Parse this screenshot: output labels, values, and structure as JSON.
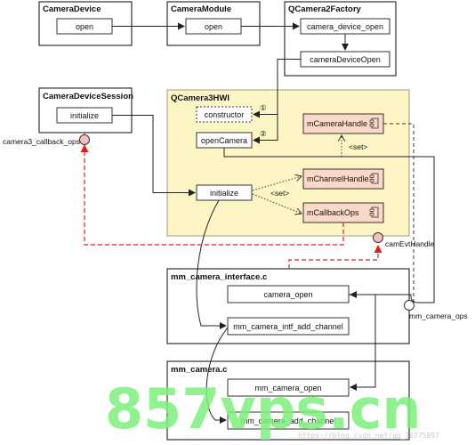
{
  "modules": {
    "camera_device": {
      "title": "CameraDevice",
      "open": "open"
    },
    "camera_module": {
      "title": "CameraModule",
      "open": "open"
    },
    "qcamera2_factory": {
      "title": "QCamera2Factory",
      "camera_device_open": "camera_device_open",
      "camera_device_open_fn": "cameraDeviceOpen"
    },
    "camera_device_session": {
      "title": "CameraDeviceSession",
      "initialize": "initialize",
      "callback_ops": "camera3_callback_ops"
    },
    "qcamera3hwi": {
      "title": "QCamera3HWI",
      "constructor": "constructor",
      "open_camera": "openCamera",
      "initialize": "initialize",
      "m_camera_handle": "mCameraHandle",
      "m_channel_handle": "mChannelHandle",
      "m_callback_ops": "mCallbackOps",
      "set_label_1": "<set>",
      "set_label_2": "<set>",
      "step_1": "①",
      "step_2": "②",
      "cam_evt_handle": "camEvtHandle"
    },
    "mm_camera_interface": {
      "title": "mm_camera_interface.c",
      "camera_open": "camera_open",
      "add_channel": "mm_camera_intf_add_channel",
      "ops": "mm_camera_ops"
    },
    "mm_camera": {
      "title": "mm_camera.c",
      "camera_open": "mm_camera_open",
      "add_channel": "mm_camera_add_channel"
    }
  },
  "watermark": {
    "main": "857vps.cn",
    "url": "https://blog.csdn.net/qq_16775897"
  },
  "colors": {
    "yellow_bg": "#fdf6c4",
    "pink_box": "#fbd9c8",
    "red_dashed": "#e0201c",
    "circle_fill": "#f2c0c0",
    "watermark": "#7cf07c"
  }
}
